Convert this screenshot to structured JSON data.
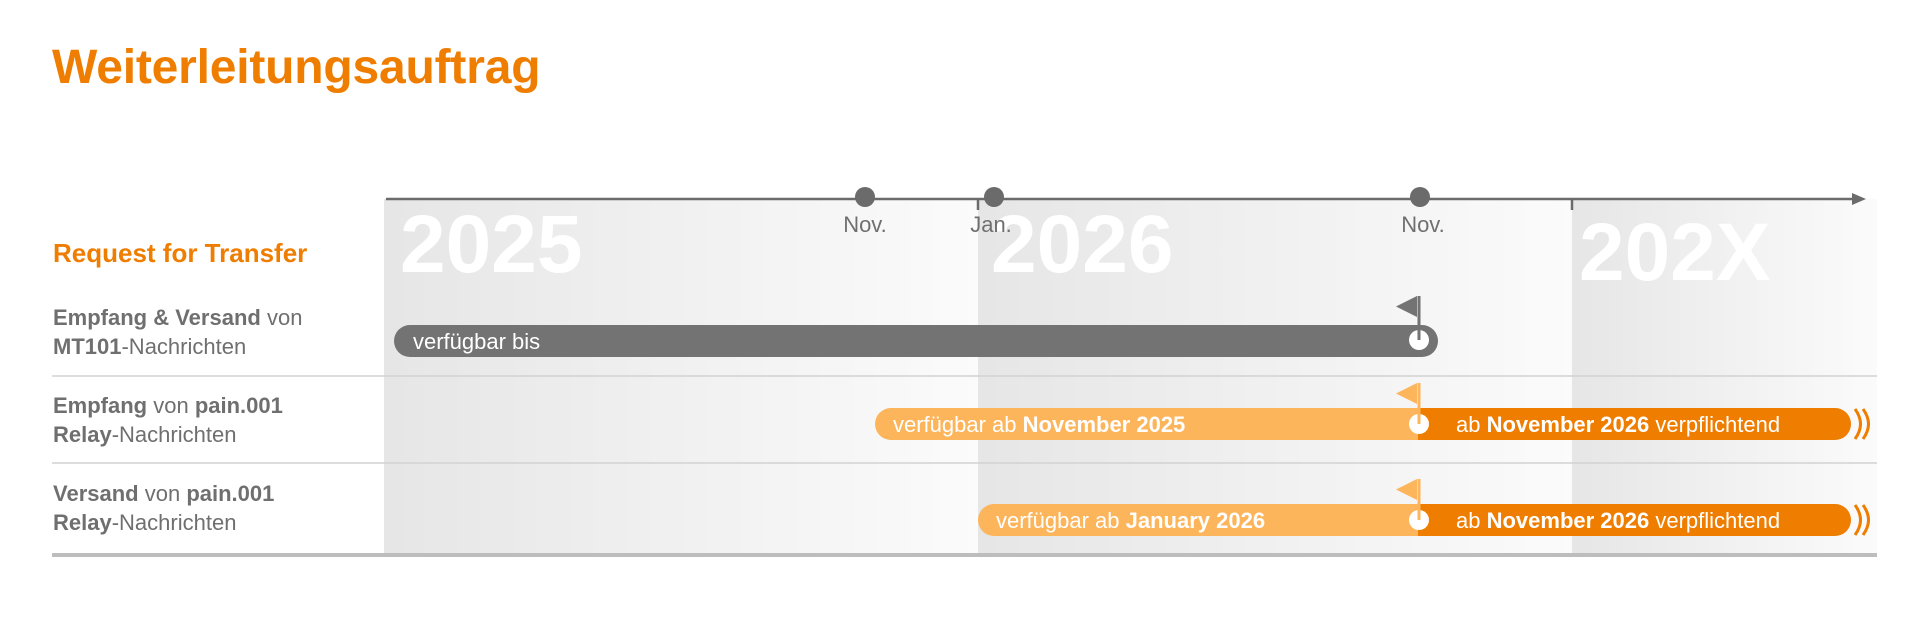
{
  "title": "Weiterleitungsauftrag",
  "section_label": "Request for Transfer",
  "colors": {
    "accent": "#EF7D00",
    "accent_light": "#FDB55C",
    "bar_gray": "#737373",
    "text_gray": "#6F6F6F",
    "axis": "#6B6B6B"
  },
  "timeline": {
    "periods": [
      {
        "label": "2025"
      },
      {
        "label": "2026"
      },
      {
        "label": "202X"
      }
    ],
    "milestones": [
      {
        "label": "Nov."
      },
      {
        "label": "Jan."
      },
      {
        "label": "Nov."
      }
    ]
  },
  "rows": [
    {
      "label_line1_bold": "Empfang & Versand",
      "label_line1_rest": " von",
      "label_line2_bold": "MT101",
      "label_line2_rest": "-Nachrichten",
      "bars": [
        {
          "style": "gray",
          "text": "verfügbar bis",
          "text_bold": "",
          "text_after": ""
        }
      ],
      "end_flag": "gray"
    },
    {
      "label_line1_bold": "Empfang",
      "label_line1_mid": " von ",
      "label_line1_bold2": "pain.001",
      "label_line2_bold": "Relay",
      "label_line2_rest": "-Nachrichten",
      "bars": [
        {
          "style": "light",
          "text": "verfügbar ab ",
          "text_bold": "November 2025",
          "text_after": ""
        },
        {
          "style": "dark",
          "text": "ab ",
          "text_bold": "November 2026",
          "text_after": " verpflichtend"
        }
      ],
      "end_flag": "orange"
    },
    {
      "label_line1_bold": "Versand",
      "label_line1_mid": " von ",
      "label_line1_bold2": "pain.001",
      "label_line2_bold": "Relay",
      "label_line2_rest": "-Nachrichten",
      "bars": [
        {
          "style": "light",
          "text": "verfügbar ab ",
          "text_bold": "January 2026",
          "text_after": ""
        },
        {
          "style": "dark",
          "text": "ab ",
          "text_bold": "November 2026",
          "text_after": " verpflichtend"
        }
      ],
      "end_flag": "orange"
    }
  ]
}
